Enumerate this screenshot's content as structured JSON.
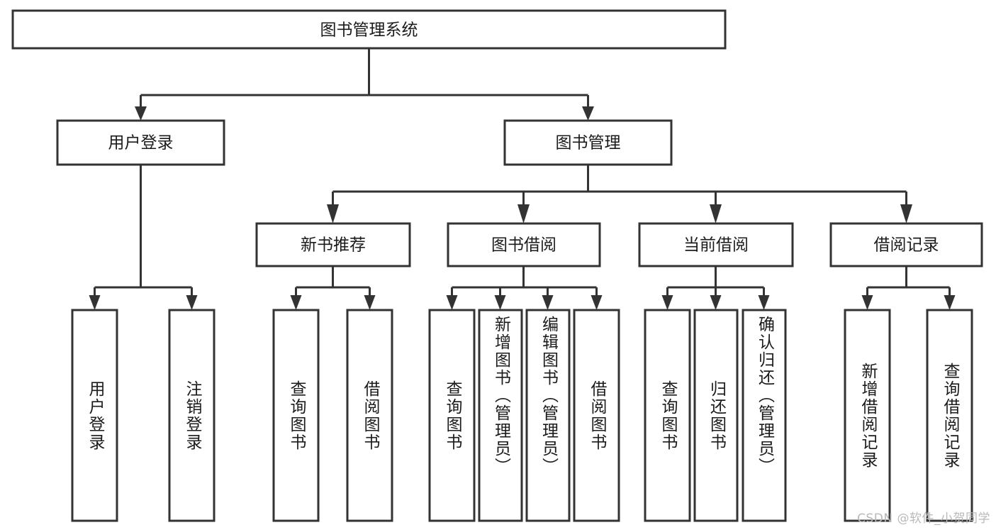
{
  "diagram": {
    "type": "tree",
    "title": "图书管理系统",
    "colors": {
      "box_stroke": "#333333",
      "box_fill": "#ffffff",
      "connector": "#333333",
      "text": "#1b1b1b",
      "watermark": "#b9b9b9",
      "background": "#ffffff"
    },
    "root": {
      "label": "图书管理系统",
      "orientation": "horizontal"
    },
    "level2": [
      {
        "label": "用户登录",
        "orientation": "horizontal"
      },
      {
        "label": "图书管理",
        "orientation": "horizontal"
      }
    ],
    "level3": [
      {
        "label": "新书推荐",
        "orientation": "horizontal",
        "parent": "图书管理"
      },
      {
        "label": "图书借阅",
        "orientation": "horizontal",
        "parent": "图书管理"
      },
      {
        "label": "当前借阅",
        "orientation": "horizontal",
        "parent": "图书管理"
      },
      {
        "label": "借阅记录",
        "orientation": "horizontal",
        "parent": "图书管理"
      }
    ],
    "leaves": {
      "用户登录": [
        {
          "label": "用户登录",
          "orientation": "vertical"
        },
        {
          "label": "注销登录",
          "orientation": "vertical"
        }
      ],
      "新书推荐": [
        {
          "label": "查询图书",
          "orientation": "vertical"
        },
        {
          "label": "借阅图书",
          "orientation": "vertical"
        }
      ],
      "图书借阅": [
        {
          "label": "查询图书",
          "orientation": "vertical"
        },
        {
          "label": "新增图书（管理员）",
          "orientation": "vertical"
        },
        {
          "label": "编辑图书（管理员）",
          "orientation": "vertical"
        },
        {
          "label": "借阅图书",
          "orientation": "vertical"
        }
      ],
      "当前借阅": [
        {
          "label": "查询图书",
          "orientation": "vertical"
        },
        {
          "label": "归还图书",
          "orientation": "vertical"
        },
        {
          "label": "确认归还（管理员）",
          "orientation": "vertical"
        }
      ],
      "借阅记录": [
        {
          "label": "新增借阅记录",
          "orientation": "vertical"
        },
        {
          "label": "查询借阅记录",
          "orientation": "vertical"
        }
      ]
    }
  },
  "watermark": {
    "text": "CSDN @软件_小贺同学"
  },
  "nodes_flat": {
    "root": "图书管理系统",
    "n_user_login": "用户登录",
    "n_book_mgmt": "图书管理",
    "n_new_book_rec": "新书推荐",
    "n_book_borrow": "图书借阅",
    "n_current_borrow": "当前借阅",
    "n_borrow_record": "借阅记录",
    "l_user_login": "用户登录",
    "l_logout": "注销登录",
    "l_query_book_a": "查询图书",
    "l_borrow_book_a": "借阅图书",
    "l_query_book_b": "查询图书",
    "l_add_book": "新增图书（管理员）",
    "l_edit_book": "编辑图书（管理员）",
    "l_borrow_book_b": "借阅图书",
    "l_query_book_c": "查询图书",
    "l_return_book": "归还图书",
    "l_confirm_return": "确认归还（管理员）",
    "l_add_record": "新增借阅记录",
    "l_query_record": "查询借阅记录"
  }
}
